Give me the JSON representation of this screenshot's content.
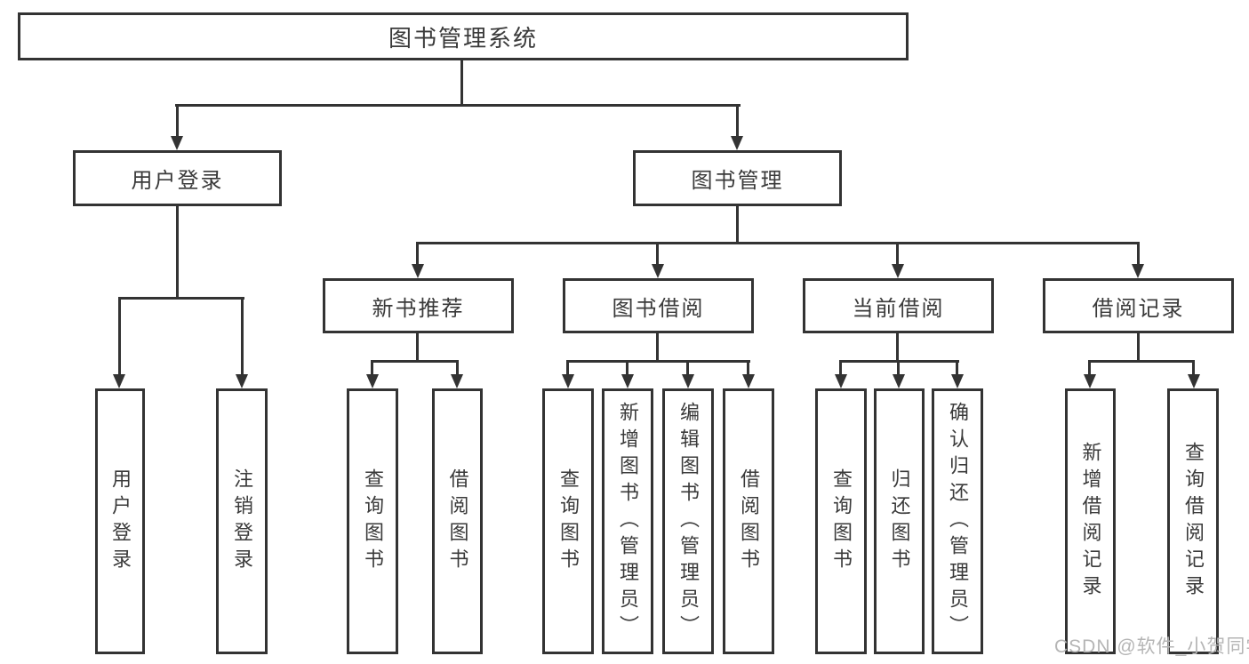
{
  "colors": {
    "line": "#333333",
    "text": "#3a3a3a",
    "background": "#ffffff",
    "watermark_color": "#b5b5b5"
  },
  "root": {
    "label": "图书管理系统"
  },
  "branches": {
    "user": {
      "label": "用户登录",
      "children": [
        {
          "label": "用户登录"
        },
        {
          "label": "注销登录"
        }
      ]
    },
    "books": {
      "label": "图书管理",
      "sections": [
        {
          "label": "新书推荐",
          "children": [
            {
              "label": "查询图书"
            },
            {
              "label": "借阅图书"
            }
          ]
        },
        {
          "label": "图书借阅",
          "children": [
            {
              "label": "查询图书"
            },
            {
              "label": "新增图书（管理员）"
            },
            {
              "label": "编辑图书（管理员）"
            },
            {
              "label": "借阅图书"
            }
          ]
        },
        {
          "label": "当前借阅",
          "children": [
            {
              "label": "查询图书"
            },
            {
              "label": "归还图书"
            },
            {
              "label": "确认归还（管理员）"
            }
          ]
        },
        {
          "label": "借阅记录",
          "children": [
            {
              "label": "新增借阅记录"
            },
            {
              "label": "查询借阅记录"
            }
          ]
        }
      ]
    }
  },
  "watermark": {
    "text": "CSDN @软件_小贺同学"
  }
}
